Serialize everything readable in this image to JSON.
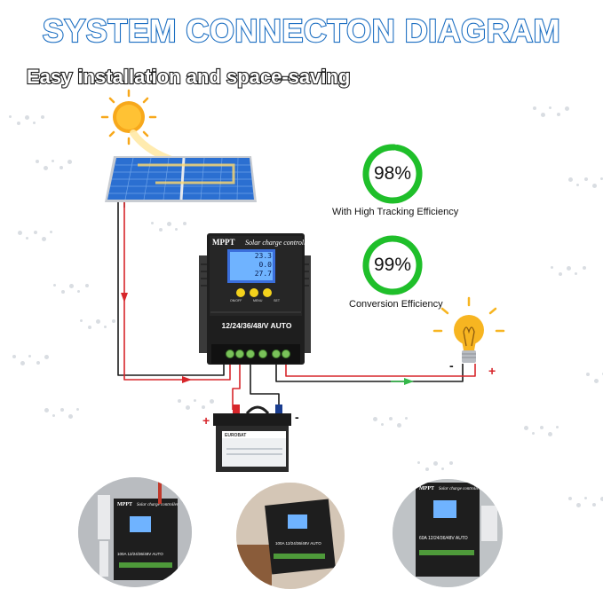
{
  "header": {
    "title": "SYSTEM CONNECTON DIAGRAM",
    "subtitle": "Easy installation and space-saving"
  },
  "efficiency": [
    {
      "value": "98%",
      "percent": 98,
      "label": "With High Tracking Efficiency"
    },
    {
      "value": "99%",
      "percent": 99,
      "label": "Conversion Efficiency"
    }
  ],
  "controller": {
    "brand": "MPPT",
    "name": "Solar charge controller",
    "voltage_label": "12/24/36/48/V AUTO",
    "display_lines": [
      "23.3",
      "0.0",
      "27.7"
    ],
    "buttons": [
      "ON/OFF",
      "MENU",
      "SET"
    ]
  },
  "polarity": {
    "battery_plus": "+",
    "battery_minus": "-",
    "load_minus": "-",
    "load_plus": "+"
  },
  "battery": {
    "label": "EUROBAT"
  },
  "photos": [
    {
      "brand": "MPPT",
      "name": "Solar charge controller",
      "label": "100A 12/24/36/48V AUTO"
    },
    {
      "label": "100A 12/24/36/48V AUTO"
    },
    {
      "brand": "MPPT",
      "name": "Solar charge controller",
      "label": "60A 12/24/36/48V AUTO"
    }
  ],
  "colors": {
    "title_outline": "#1d6fc2",
    "wire_red": "#d7262b",
    "wire_black": "#1a1a1a",
    "ring_green": "#1fbf2a",
    "arrow_green": "#35b84a",
    "panel_blue": "#2b6fd1",
    "sun": "#f7a81b",
    "bulb": "#f7b521"
  },
  "icons": [
    "sun-icon",
    "solar-panel-icon",
    "charge-controller-icon",
    "battery-icon",
    "light-bulb-icon"
  ]
}
